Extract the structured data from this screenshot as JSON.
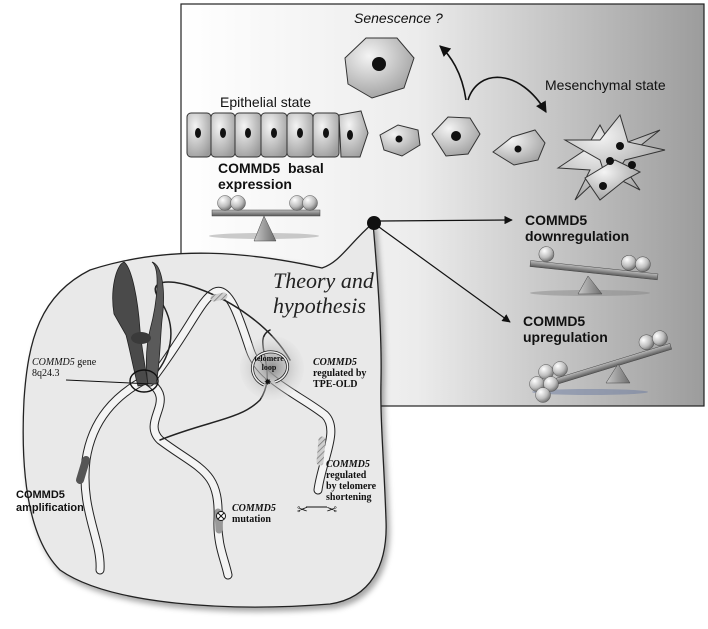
{
  "top_panel": {
    "senescence_label": "Senescence ?",
    "epithelial_label": "Epithelial state",
    "mesenchymal_label": "Mesenchymal state",
    "basal_line1": "COMMD5  basal",
    "basal_line2": "expression",
    "down_line1": "COMMD5",
    "down_line2": "downregulation",
    "up_line1": "COMMD5",
    "up_line2": "upregulation"
  },
  "bottom_panel": {
    "theory_line1": "Theory and",
    "theory_line2": "hypothesis",
    "gene_name": "COMMD5",
    "gene_suffix": " gene",
    "gene_locus": "8q24.3",
    "telomere_loop": "telomere loop",
    "tpe_line1": "COMMD5",
    "tpe_line2": "regulated by",
    "tpe_line3": "TPE-OLD",
    "amp_line1": "COMMD5",
    "amp_line2": "amplification",
    "mutation_line1": "COMMD5",
    "mutation_line2": "mutation",
    "short_line1": "COMMD5",
    "short_line2": "regulated",
    "short_line3": "by telomere",
    "short_line4": "shortening"
  },
  "colors": {
    "panel_gradient_start": "#ffffff",
    "panel_gradient_end": "#9a9a9a",
    "bubble_fill": "#e9e9e9",
    "chromosome": "#4a4a4a"
  }
}
